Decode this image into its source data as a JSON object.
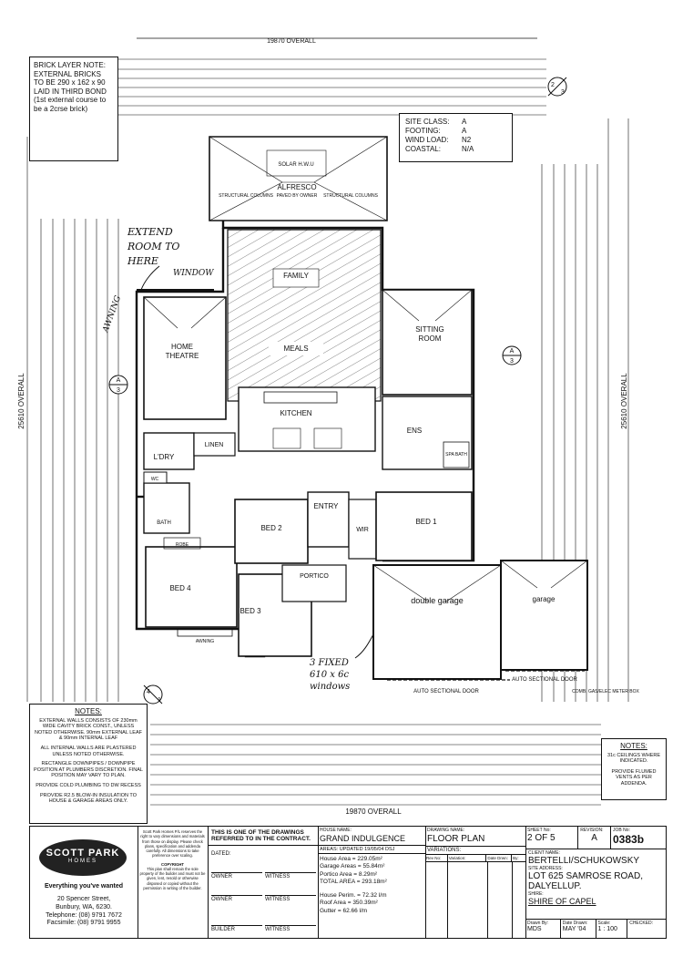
{
  "top_overall": "19870 OVERALL",
  "bottom_overall": "19870 OVERALL",
  "right_overall": "25610 OVERALL",
  "left_overall": "25610 OVERALL",
  "brick_note": {
    "line1": "BRICK LAYER NOTE:",
    "line2": "EXTERNAL BRICKS",
    "line3": "TO BE 290 x 162 x 90",
    "line4": "LAID IN THIRD BOND",
    "line5": "(1st external course to",
    "line6": "be a 2crse brick)"
  },
  "site_info": {
    "class_label": "SITE CLASS:",
    "class_value": "A",
    "footing_label": "FOOTING:",
    "footing_value": "A",
    "wind_label": "WIND LOAD:",
    "wind_value": "N2",
    "coastal_label": "COASTAL:",
    "coastal_value": "N/A"
  },
  "section_marks": [
    "A",
    "3",
    "A",
    "3",
    "2",
    "3",
    "4",
    "1"
  ],
  "rooms": {
    "alfresco": "ALFRESCO",
    "alfresco_note": "PAVED BY OWNER",
    "family": "FAMILY",
    "meals": "MEALS",
    "home_theatre_1": "HOME",
    "home_theatre_2": "THEATRE",
    "sitting_1": "SITTING",
    "sitting_2": "ROOM",
    "kitchen": "KITCHEN",
    "ldry": "L'DRY",
    "linen": "LINEN",
    "ens": "ENS",
    "entry": "ENTRY",
    "wir": "WIR",
    "bed1": "BED 1",
    "bed2": "BED 2",
    "bed3": "BED 3",
    "bed4": "BED 4",
    "portico": "PORTICO",
    "double_garage": "double garage",
    "garage": "garage",
    "bath": "BATH",
    "wc": "WC",
    "spa_bath": "SPA BATH",
    "robe": "ROBE",
    "solar": "SOLAR H.W.U",
    "structural_columns": "STRUCTURAL COLUMNS",
    "auto_door_1": "AUTO SECTIONAL DOOR",
    "auto_door_2": "AUTO SECTIONAL DOOR",
    "meter_box": "COMB. GAS/ELEC METER BOX",
    "awning": "AWNING"
  },
  "handwritten": {
    "extend1": "EXTEND",
    "extend2": "ROOM TO",
    "extend3": "HERE",
    "window": "WINDOW",
    "awning": "AWNING",
    "fixed1": "3 FIXED",
    "fixed2": "610 x 6c",
    "fixed3": "windows"
  },
  "notes_left": {
    "title": "NOTES:",
    "n1": "EXTERNAL WALLS CONSISTS OF 230mm WIDE CAVITY BRICK CONST., UNLESS NOTED OTHERWISE. 90mm EXTERNAL LEAF & 90mm INTERNAL LEAF",
    "n2": "ALL INTERNAL WALLS ARE PLASTERED UNLESS NOTED OTHERWISE.",
    "n3": "RECTANGLE DOWNPIPES / DOWNPIPE POSITION AT PLUMBERS DISCRETION. FINAL POSITION MAY VARY TO PLAN.",
    "n4": "PROVIDE COLD PLUMBING TO DW RECESS",
    "n5": "PROVIDE R2.5 BLOW-IN INSULATION TO HOUSE & GARAGE AREAS ONLY."
  },
  "notes_right": {
    "title": "NOTES:",
    "n1": "31c CEILINGS WHERE INDICATED.",
    "n2": "PROVIDE FLUMED VENTS AS PER ADDENDA."
  },
  "title_block": {
    "logo": "SCOTT PARK",
    "logo_sub": "HOMES",
    "tagline": "Everything you've wanted",
    "address1": "20 Spencer Street,",
    "address2": "Bunbury, WA, 6230.",
    "telephone": "Telephone: (08) 9791 7672",
    "facsimile": "Facsimile: (08) 9791 9955",
    "company_note": "Scott Park Homes P/L reserves the right to vary dimensions and materials from those on display. Please check plans, specification and addenda carefully. All dimensions to take preference over scaling.",
    "copyright_title": "COPYRIGHT",
    "copyright": "This plan shall remain the sole property of the builder and must not be given, lent, resold or otherwise disposed or copied without the permission in writing of the builder.",
    "contract_note": "THIS IS ONE OF THE DRAWINGS REFERRED TO IN THE CONTRACT.",
    "dated": "DATED:",
    "owner1": "OWNER",
    "witness1": "WITNESS",
    "owner2": "OWNER",
    "witness2": "WITNESS",
    "builder": "BUILDER",
    "witness3": "WITNESS",
    "house_name_label": "HOUSE NAME:",
    "house_name": "GRAND INDULGENCE",
    "areas_label": "AREAS: UPDATED 19/05/04 DSJ",
    "house_area": "House Area = 229.05m²",
    "garage_area": "Garage Areas = 55.84m²",
    "portico_area": "Portico Area = 8.29m²",
    "total_area": "TOTAL AREA = 293.18m²",
    "house_perim": "House Perim. = 72.32 l/m",
    "roof_area": "Roof Area = 350.39m²",
    "gutter": "Gutter = 62.66 l/m",
    "variations_label": "VARIATIONS:",
    "rev_no": "Rev No:",
    "variation": "Variation:",
    "date_drawn": "Date Drwn:",
    "by": "By:",
    "drawing_name_label": "DRAWING NAME:",
    "drawing_name": "FLOOR PLAN",
    "sheet_label": "SHEET No:",
    "sheet": "2 OF 5",
    "revision_label": "REVISION:",
    "revision": "A",
    "job_label": "JOB No:",
    "job": "0383b",
    "client_label": "CLIENT NAME:",
    "client": "BERTELLI/SCHUKOWSKY",
    "site_label": "SITE ADDRESS:",
    "site1": "LOT 625 SAMROSE ROAD,",
    "site2": "DALYELLUP.",
    "shire_label": "SHIRE:",
    "shire": "SHIRE OF CAPEL",
    "drawn_label": "Drawn By:",
    "drawn": "MDS",
    "date_label": "Date Drawn:",
    "date": "MAY '04",
    "scale_label": "Scale:",
    "scale": "1 : 100",
    "checked_label": "CHECKED:"
  }
}
